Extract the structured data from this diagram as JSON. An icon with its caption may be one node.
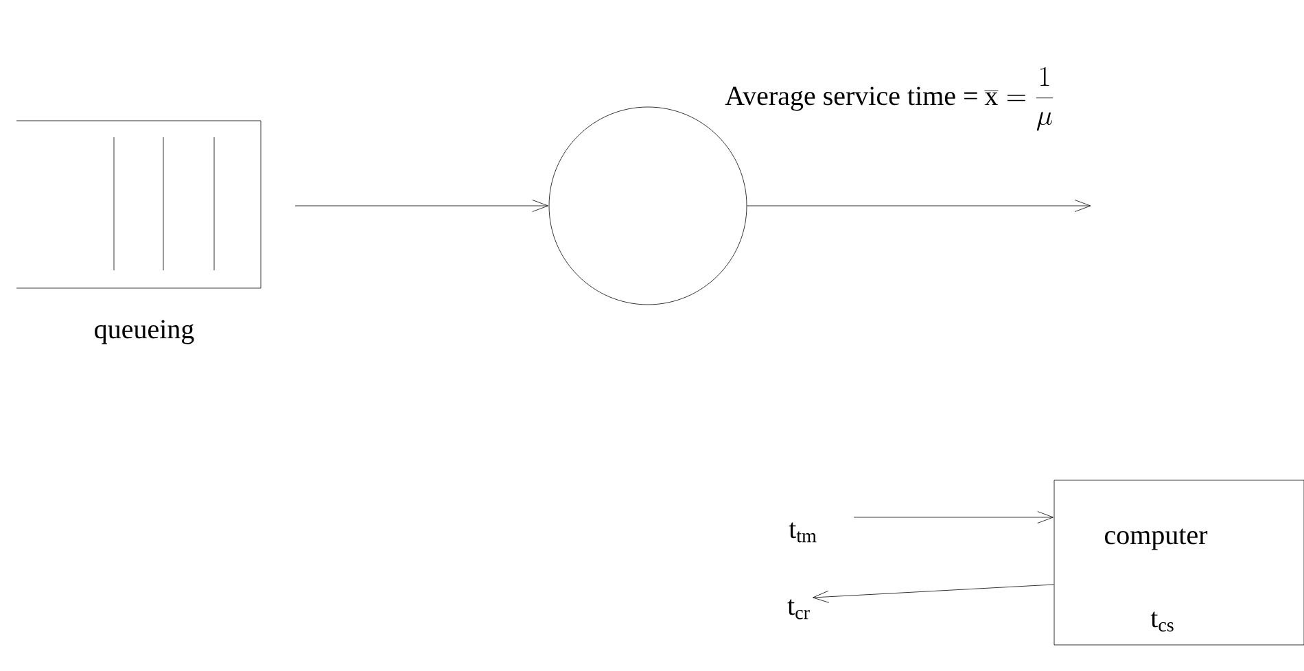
{
  "diagram": {
    "nodes": [
      {
        "text": [
          "queueing"
        ]
      },
      {
        "text": [],
        "shape": "circle"
      },
      {
        "text": [
          "computer",
          "t$_{cs}$"
        ]
      },
      {
        "text": [
          "t$_{tm}$"
        ]
      },
      {
        "text": [
          "t$_{cr}$"
        ]
      }
    ],
    "edges": [
      {
        "from": 0,
        "to": 1,
        "arrow": "to"
      },
      {
        "from": 1,
        "to": null,
        "arrow": "to"
      },
      {
        "from": 3,
        "to": 2,
        "arrow": "to"
      },
      {
        "from": 2,
        "to": 4,
        "arrow": "to"
      }
    ],
    "labels": [
      "Average service time =",
      "\\overline{\\mathrm{x}} = \\frac{1}{\\mu}"
    ]
  }
}
